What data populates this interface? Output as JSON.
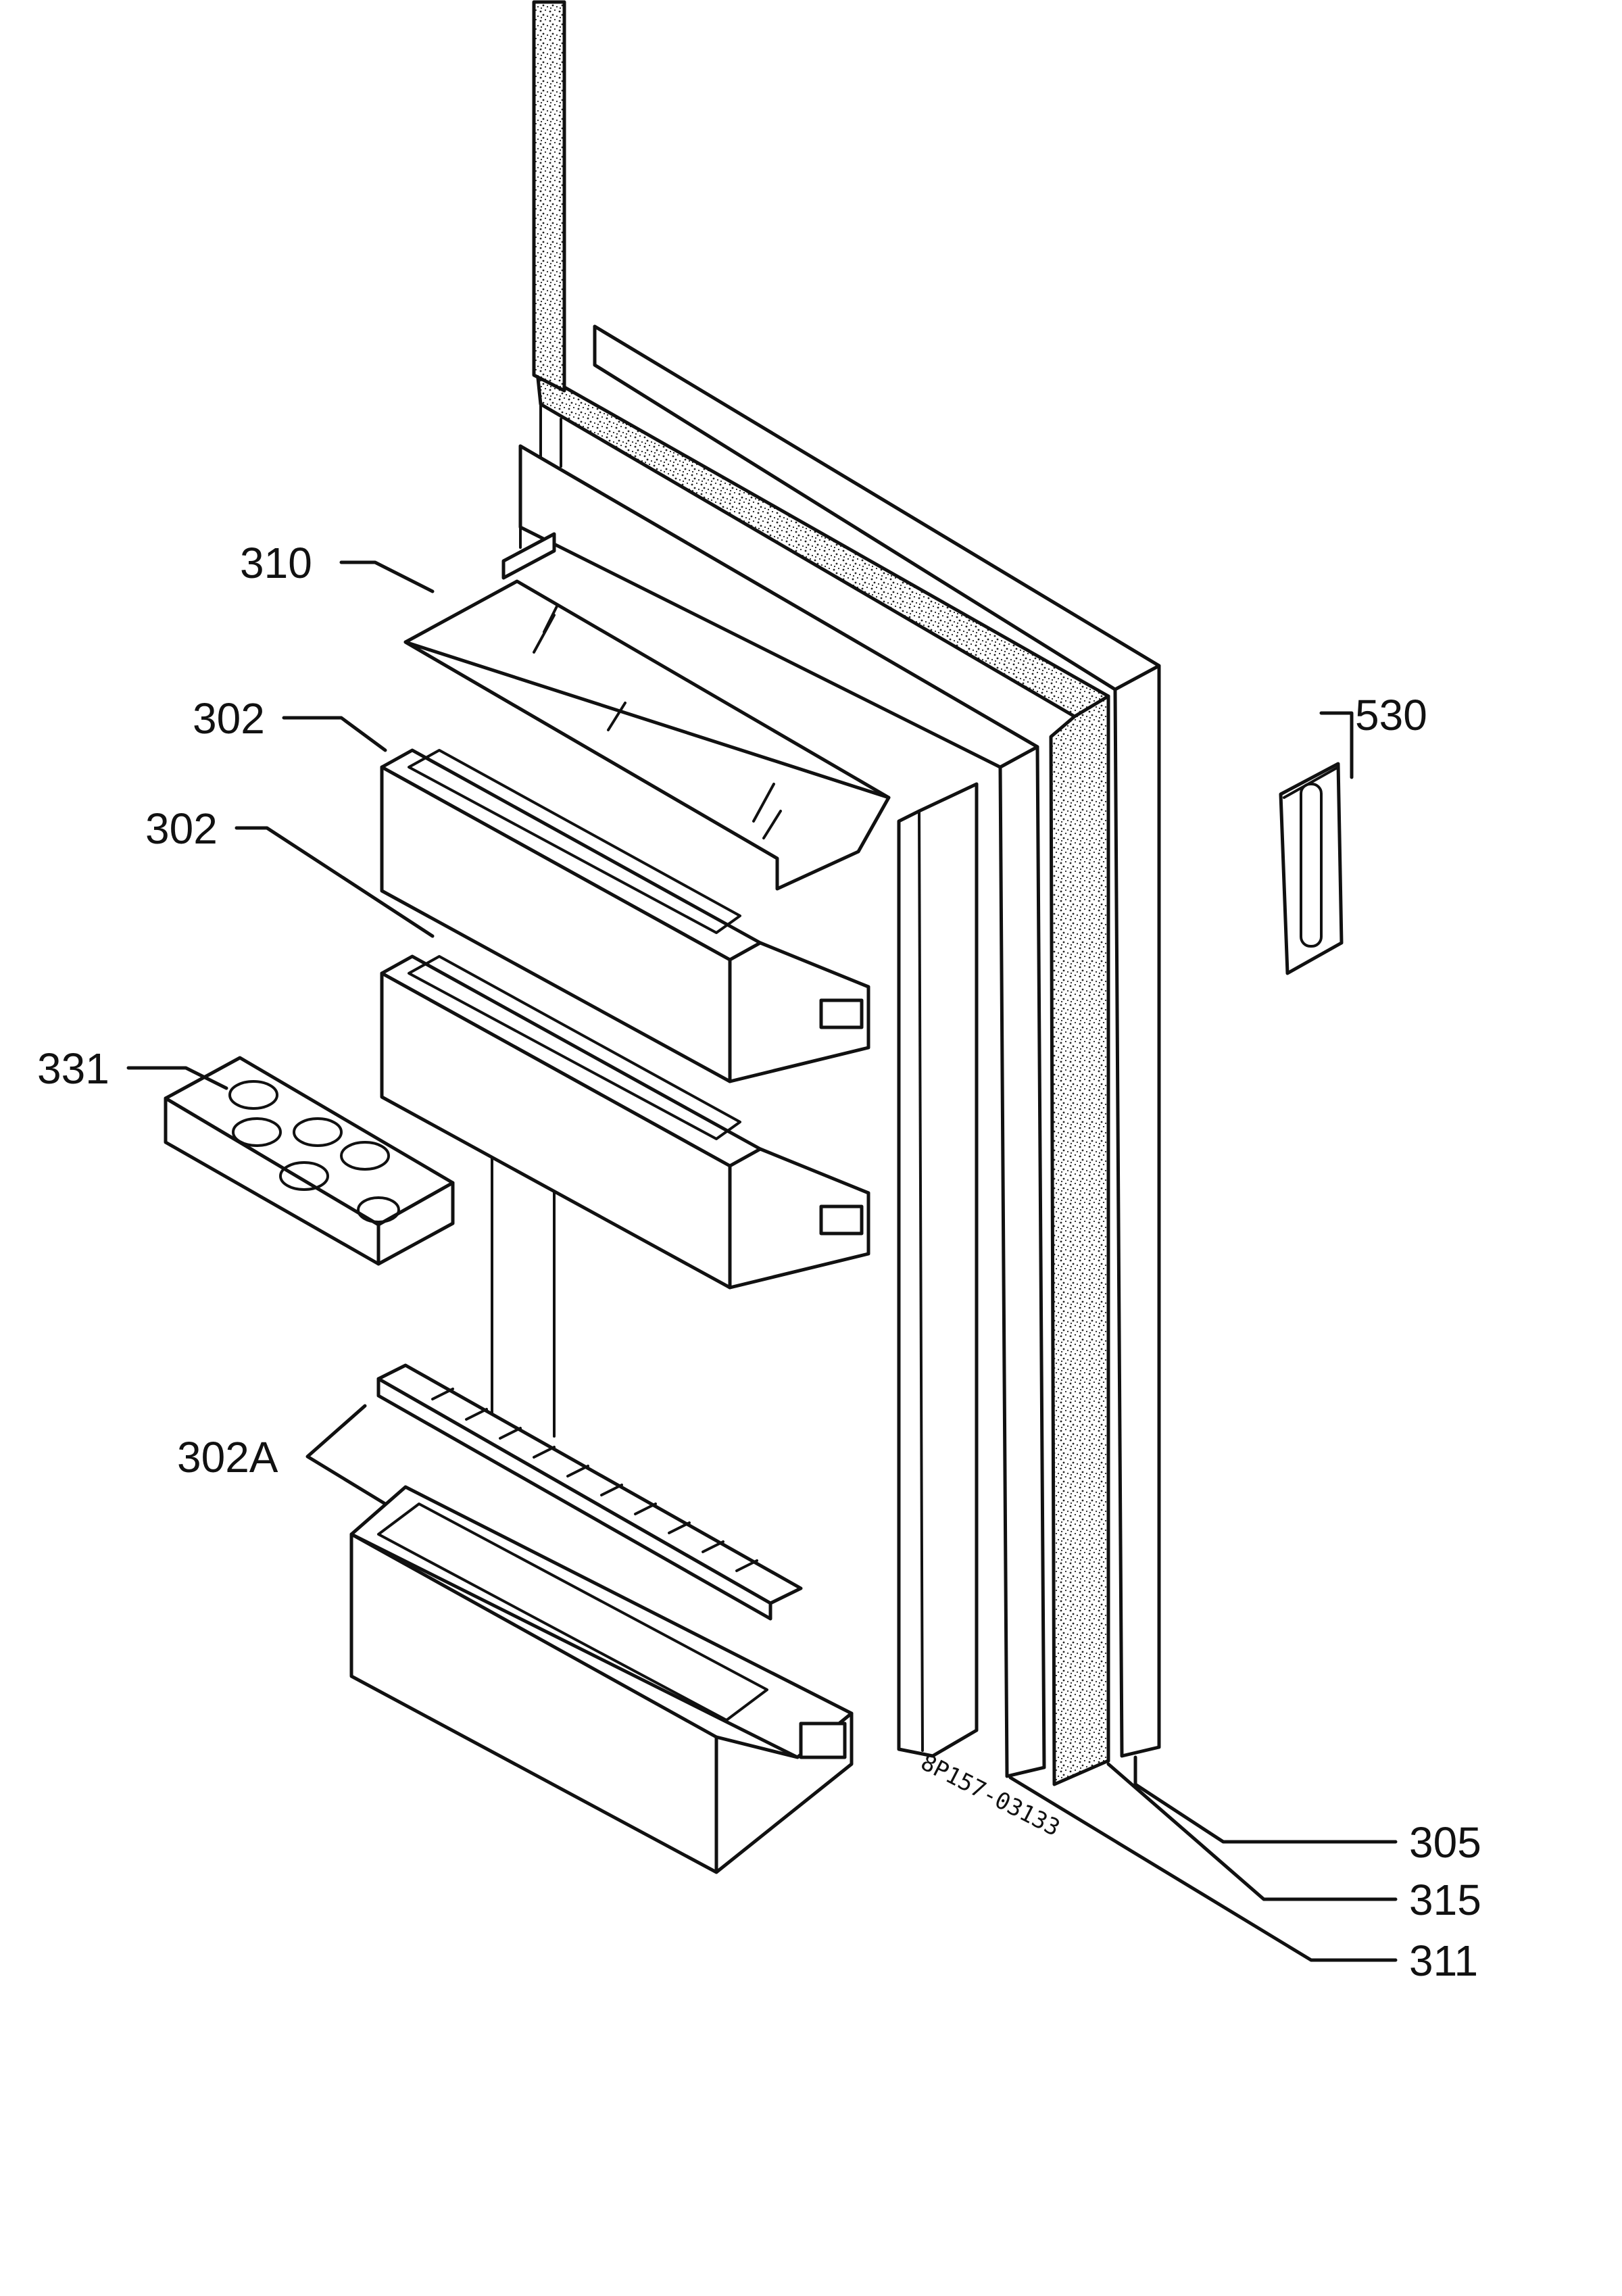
{
  "diagram": {
    "drawing_number": "8P157-03133",
    "labels": {
      "shelf_glass": "310",
      "bin_upper": "302",
      "bin_middle": "302",
      "egg_tray": "331",
      "bottle_bin": "302A",
      "handle_plate": "530",
      "door_outer": "305",
      "door_seal": "315",
      "door_inner": "311"
    }
  }
}
